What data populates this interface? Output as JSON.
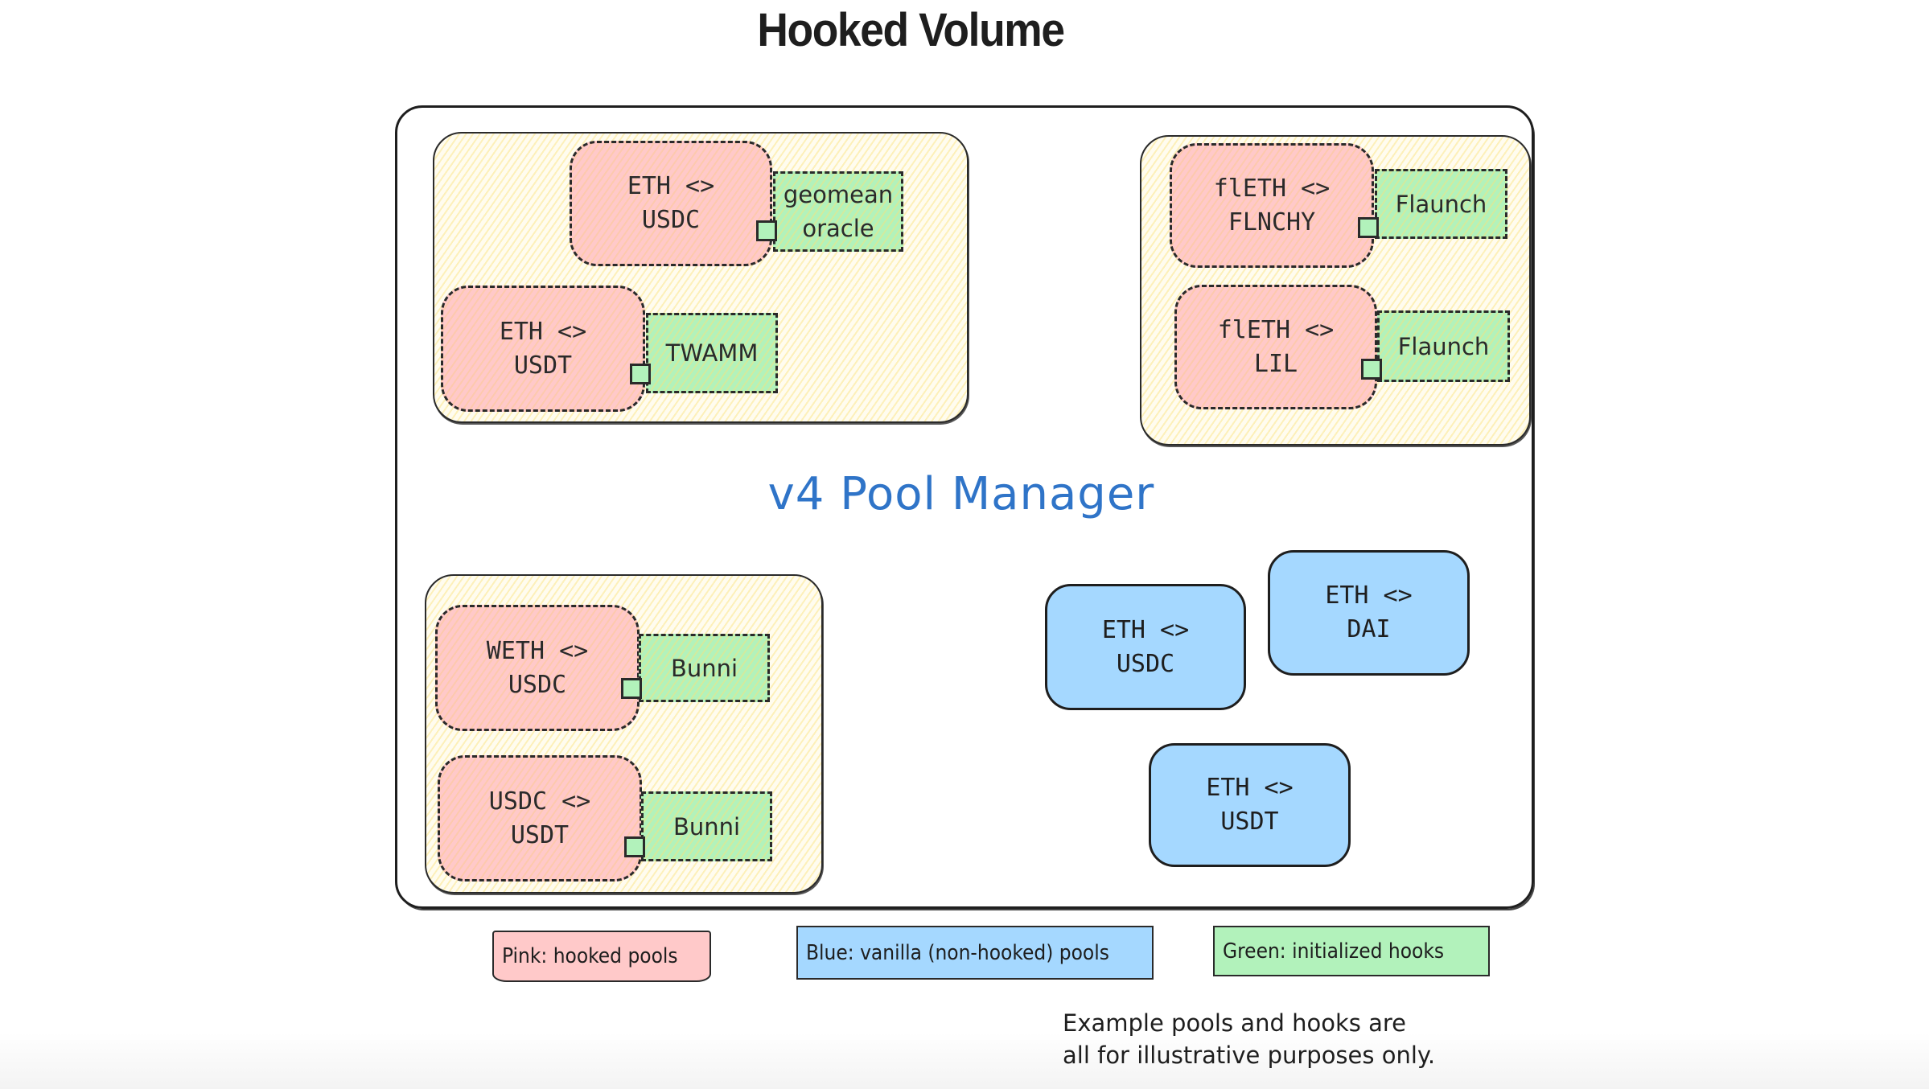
{
  "title": "Hooked Volume",
  "pool_manager": {
    "label": "v4 Pool Manager",
    "color": "#2f74c8"
  },
  "hooked_groups": [
    {
      "pairs": [
        {
          "pool": "ETH <>\nUSDC",
          "hook": "geomean\noracle"
        },
        {
          "pool": "ETH <>\nUSDT",
          "hook": "TWAMM"
        }
      ]
    },
    {
      "pairs": [
        {
          "pool": "flETH <>\nFLNCHY",
          "hook": "Flaunch"
        },
        {
          "pool": "flETH <>\nLIL",
          "hook": "Flaunch"
        }
      ]
    },
    {
      "pairs": [
        {
          "pool": "WETH <>\nUSDC",
          "hook": "Bunni"
        },
        {
          "pool": "USDC <>\nUSDT",
          "hook": "Bunni"
        }
      ]
    }
  ],
  "vanilla_pools": [
    {
      "label": "ETH <>\nUSDC"
    },
    {
      "label": "ETH <>\nDAI"
    },
    {
      "label": "ETH <>\nUSDT"
    }
  ],
  "legend": [
    {
      "label": "Pink: hooked pools",
      "color": "#ffc9c9"
    },
    {
      "label": "Blue: vanilla (non-hooked) pools",
      "color": "#a5d8ff"
    },
    {
      "label": "Green: initialized hooks",
      "color": "#b2f2bb"
    }
  ],
  "footnote": "Example pools and hooks are\nall for illustrative purposes only.",
  "colors": {
    "hooked_pool": "#ffc9c9",
    "vanilla_pool": "#a5d8ff",
    "hook": "#b2f2bb",
    "group_fill": "#fffcef",
    "stroke": "#1e1e1e"
  }
}
